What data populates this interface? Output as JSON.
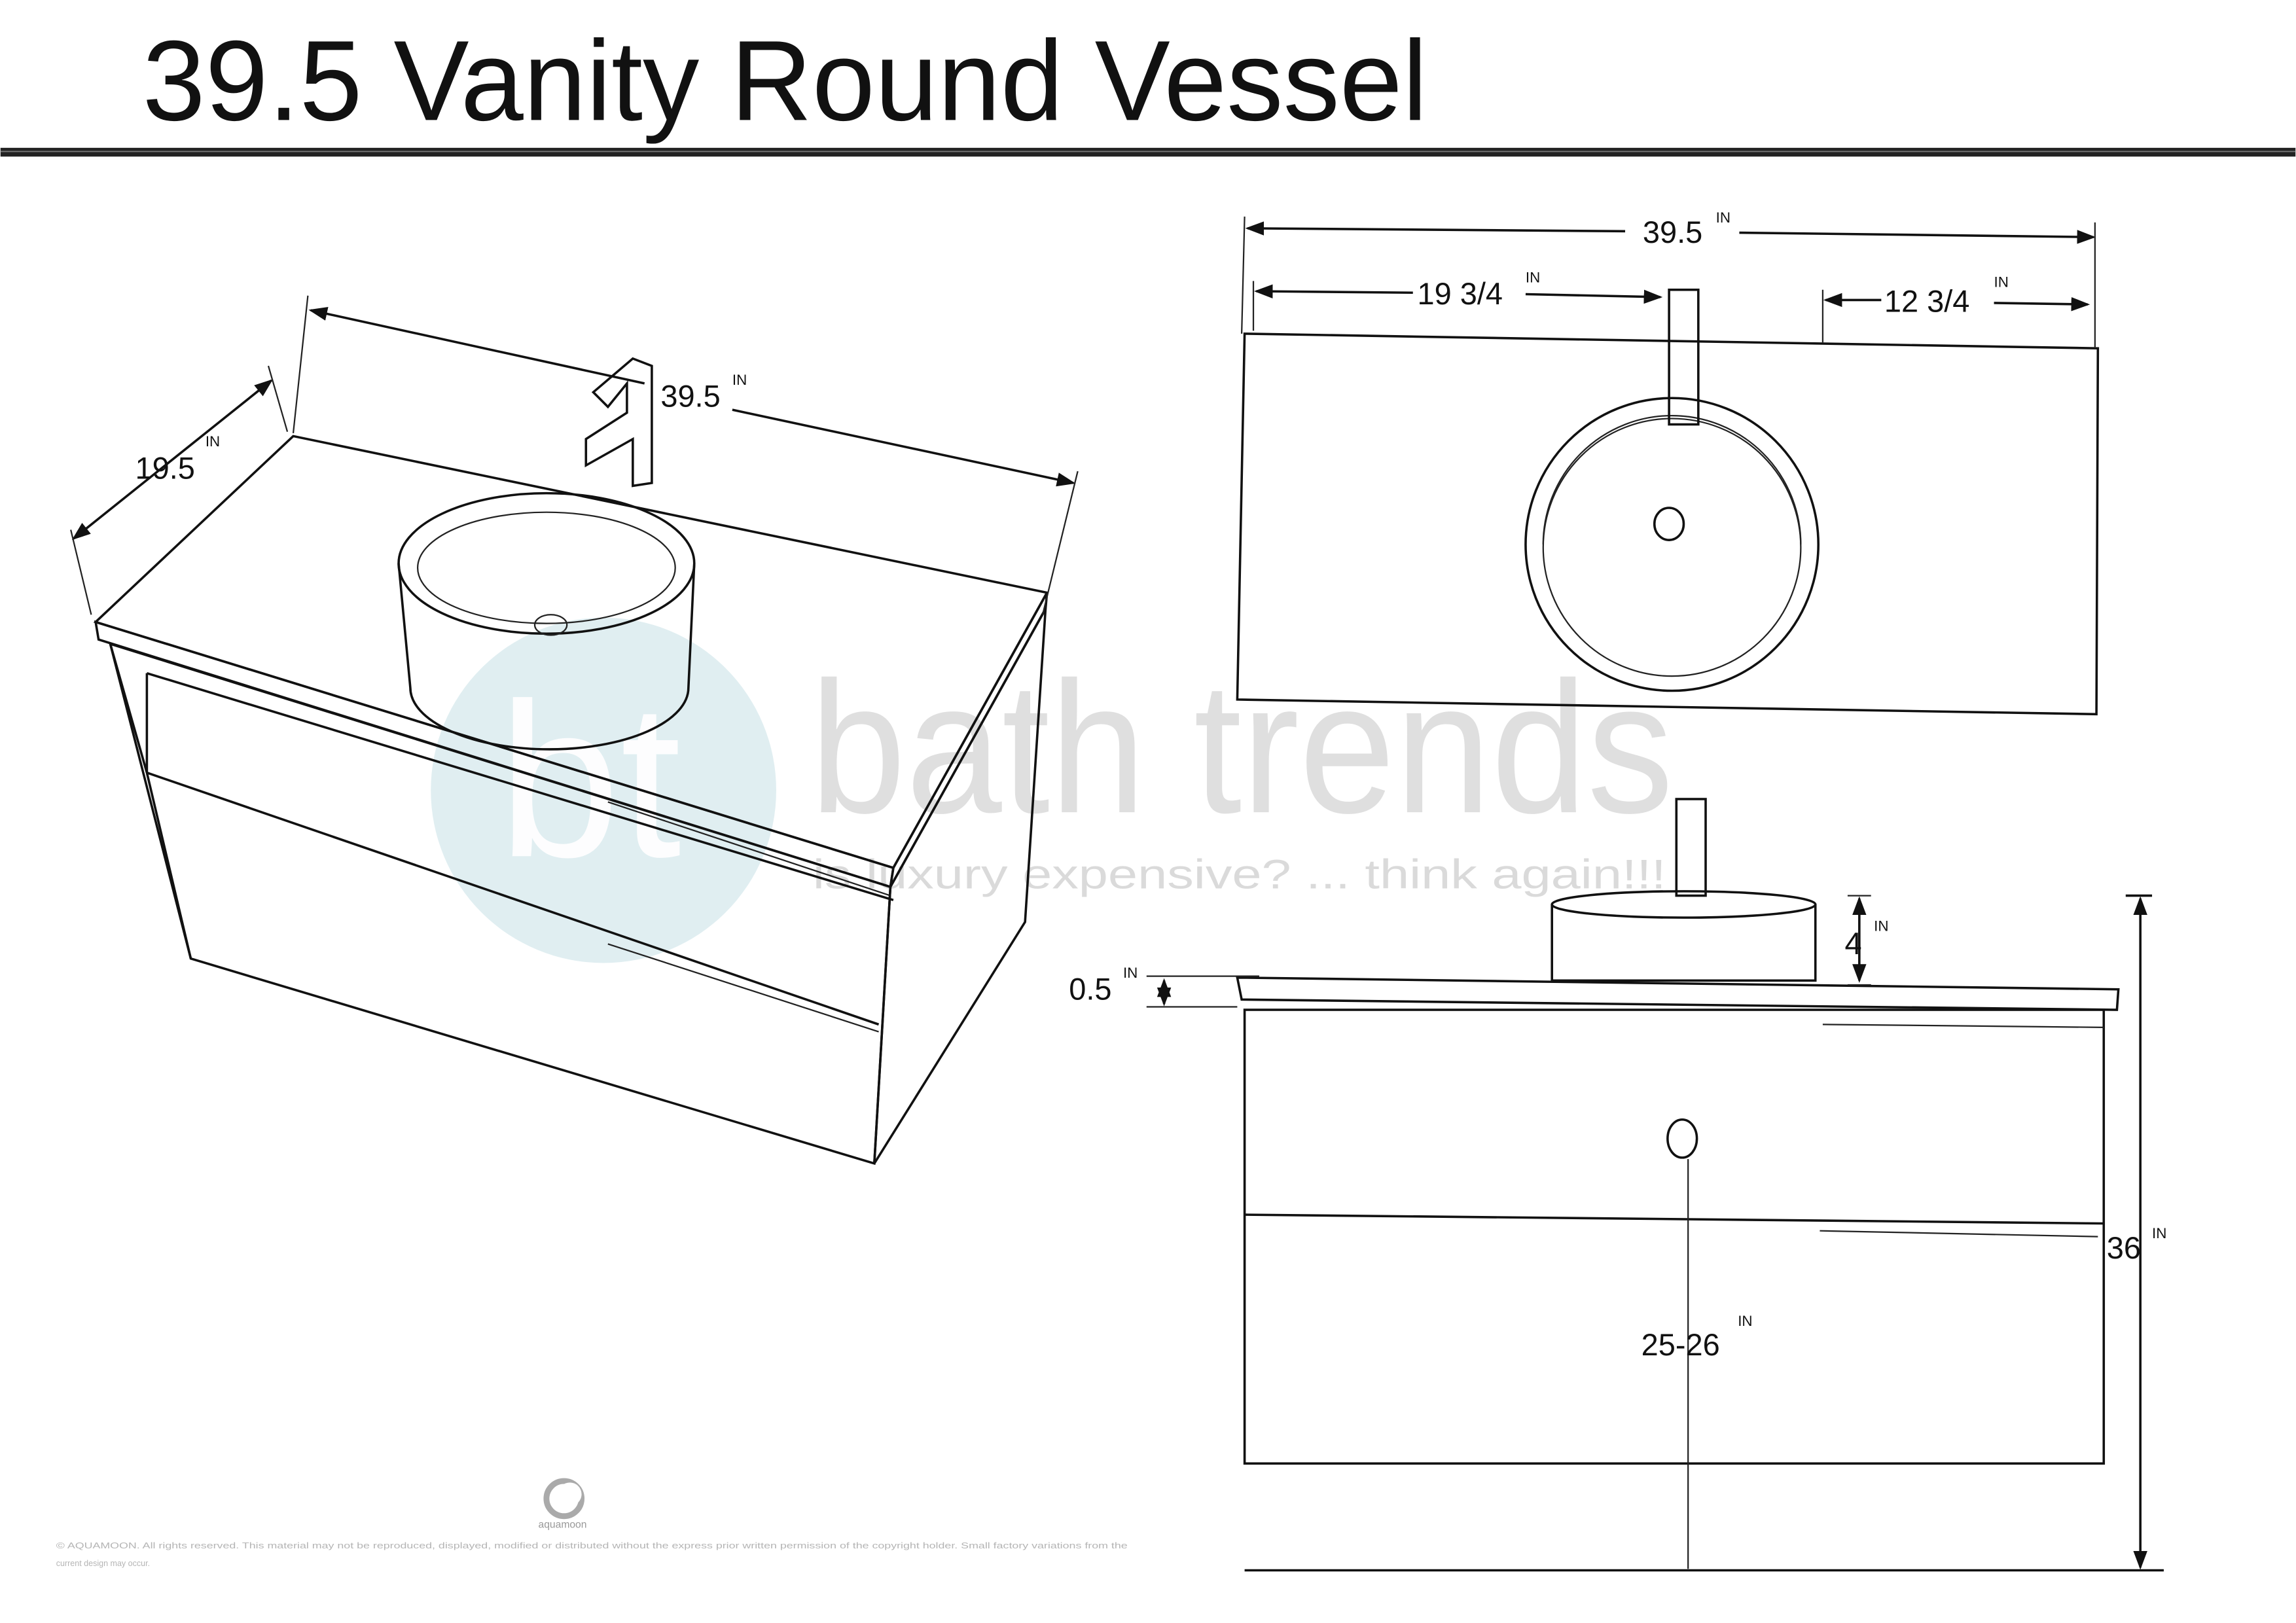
{
  "title": "39.5 Vanity Round Vessel",
  "watermark": {
    "logo_letters": "bt",
    "brand": "bath trends",
    "tagline": "is luxury expensive? ... think again!!!",
    "circle_color": "#cfe6ea",
    "text_color": "#d9d9d9"
  },
  "unit": "IN",
  "perspective_view": {
    "depth": "19.5",
    "width": "39.5"
  },
  "top_view": {
    "width": "39.5",
    "left_to_faucet": "19 3/4",
    "faucet_to_right": "12 3/4"
  },
  "front_view": {
    "countertop_thickness": "0.5",
    "vessel_height": "4",
    "total_height": "36",
    "drain_height": "25-26"
  },
  "footer": {
    "logo_name": "aquamoon",
    "copyright": "© AQUAMOON. All rights reserved. This material may not be reproduced, displayed, modified or distributed without the express prior written permission of the copyright holder. Small factory variations from the",
    "copyright_line2": "current design may occur."
  }
}
